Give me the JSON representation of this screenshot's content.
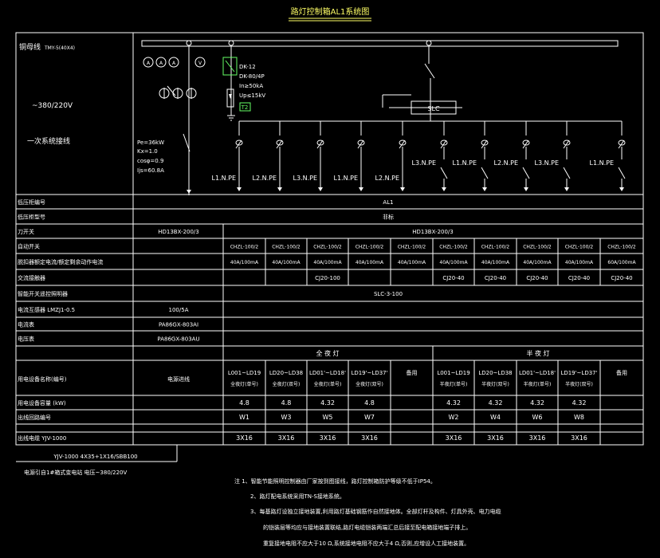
{
  "title": "路灯控制箱AL1系统图",
  "top_panel": {
    "busbar": "铜母线",
    "busbar_spec": "TMY-5(40X4)",
    "voltage": "~380/220V",
    "primary_label": "一次系统接线",
    "meters": [
      "A",
      "A",
      "A"
    ],
    "voltmeter": "V",
    "spd": [
      "DK-12",
      "DK-80/4P",
      "In≥50kA",
      "Up≤15kV",
      "T2"
    ],
    "slc": "SLC",
    "load": [
      "Pe=36kW",
      "Kx=1.0",
      "cosφ=0.9",
      "Ijs=60.8A"
    ],
    "branch_phases": [
      "L1.N.PE",
      "L2.N.PE",
      "L3.N.PE",
      "L1.N.PE",
      "L2.N.PE",
      "L3.N.PE",
      "L1.N.PE",
      "L2.N.PE",
      "L3.N.PE",
      "L1.N.PE"
    ]
  },
  "rows": [
    {
      "label": "低压柜编号",
      "incoming": "",
      "span_text": "AL1"
    },
    {
      "label": "低压柜型号",
      "incoming": "",
      "span_text": "非标"
    },
    {
      "label": "刀开关",
      "incoming": "HD13BX-200/3",
      "span_text": "HD13BX-200/3"
    },
    {
      "label": "自动开关",
      "incoming": "",
      "cells": [
        "CHZL-100/2",
        "CHZL-100/2",
        "CHZL-100/2",
        "CHZL-100/2",
        "CHZL-100/2",
        "CHZL-100/2",
        "CHZL-100/2",
        "CHZL-100/2",
        "CHZL-100/2",
        "CHZL-100/2"
      ]
    },
    {
      "label": "脱扣器额定电流/额定剩余动作电流",
      "incoming": "",
      "cells": [
        "40A/100mA",
        "40A/100mA",
        "40A/100mA",
        "40A/100mA",
        "40A/100mA",
        "40A/100mA",
        "40A/100mA",
        "40A/100mA",
        "40A/100mA",
        "60A/100mA"
      ]
    },
    {
      "label": "交流接触器",
      "incoming": "",
      "cjA": "CJ20-100",
      "cjB": [
        "CJ20-40",
        "CJ20-40",
        "CJ20-40",
        "CJ20-40",
        "CJ20-40"
      ]
    },
    {
      "label": "智能开关遥控照明器",
      "incoming": "",
      "span_text": "SLC-3-100"
    },
    {
      "label": "电流互感器 LMZJ1-0.5",
      "incoming": "100/5A",
      "span_text": ""
    },
    {
      "label": "电流表",
      "incoming": "PA86GX-803AI",
      "span_text": ""
    },
    {
      "label": "电压表",
      "incoming": "PA86GX-803AU",
      "span_text": ""
    }
  ],
  "group_headers": {
    "full_night": "全 夜 灯",
    "half_night": "半 夜 灯"
  },
  "consumer": {
    "label": "用电设备名称(编号)",
    "incoming": "电源进线",
    "full": [
      [
        "L001~LD19",
        "全夜灯(单号)"
      ],
      [
        "LD20~LD38",
        "全夜灯(双号)"
      ],
      [
        "LD01'~LD18'",
        "全夜灯(单号)"
      ],
      [
        "LD19'~LD37'",
        "全夜灯(双号)"
      ]
    ],
    "half": [
      [
        "L001~LD19",
        "半夜灯(单号)"
      ],
      [
        "LD20~LD38",
        "半夜灯(双号)"
      ],
      [
        "LD01'~LD18'",
        "半夜灯(单号)"
      ],
      [
        "LD19'~LD37'",
        "半夜灯(双号)"
      ]
    ],
    "spare": "备用"
  },
  "capacity": {
    "label": "用电设备容量 (kW)",
    "full": [
      "4.8",
      "4.8",
      "4.32",
      "4.8"
    ],
    "half": [
      "4.32",
      "4.32",
      "4.32",
      "4.32"
    ]
  },
  "circuit": {
    "label": "出线回路编号",
    "full": [
      "W1",
      "W3",
      "W5",
      "W7"
    ],
    "half": [
      "W2",
      "W4",
      "W6",
      "W8"
    ]
  },
  "cable": {
    "label": "出线电缆 YJV-1000",
    "full": [
      "3X16",
      "3X16",
      "3X16",
      "3X16"
    ],
    "half": [
      "3X16",
      "3X16",
      "3X16",
      "3X16"
    ]
  },
  "incoming_cable": "YJV-1000 4X35+1X16/SBB100",
  "incoming_note": "电源引自1#箱式变电站 电压~380/220V",
  "notes": [
    "注 1、智能节能照明控制器由厂家按到图接线，路灯控制箱防护等级不低于IP54。",
    "2、路灯配电系统采用TN-S接地系统。",
    "3、每基路灯设独立接地装置,利用路灯基础钢筋作自然接地体。全部灯杆及构件、灯具外壳、电力电缆",
    "的铠装层等均应与接地装置联结,路灯电缆铠装两端汇总后接至配电箱接地端子排上。",
    "重复接地电阻不应大于10 Ω,系统接地电阻不应大于4 Ω,否则,应增设人工接地装置。"
  ]
}
